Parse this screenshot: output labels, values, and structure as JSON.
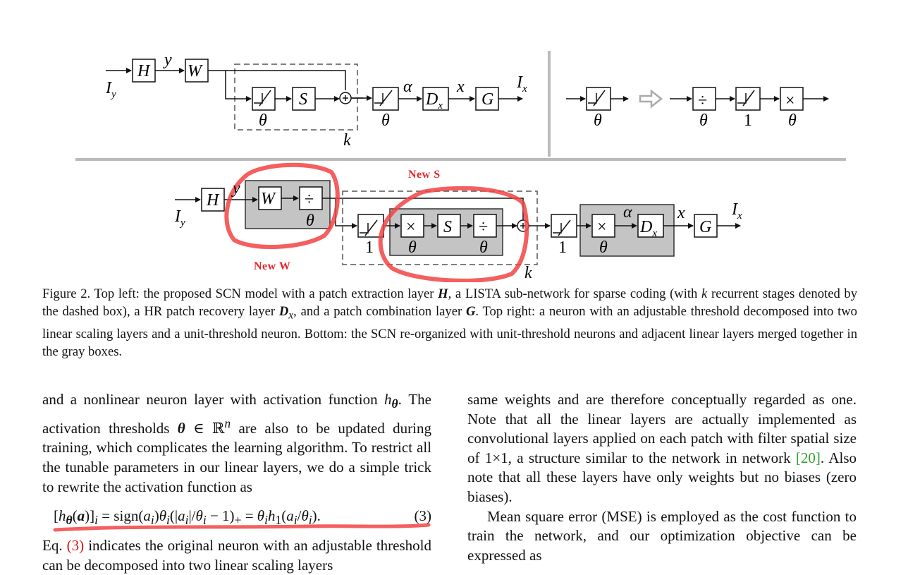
{
  "figure": {
    "top_left": {
      "input_label": "I_y",
      "y_label": "y",
      "blocks": [
        "H",
        "W",
        "S",
        "G"
      ],
      "threshold_labels": [
        "θ",
        "θ"
      ],
      "alpha_label": "α",
      "x_label": "x",
      "dx_label": "D_x",
      "output_label": "I_x",
      "k_label": "k"
    },
    "top_right": {
      "labels": [
        "θ",
        "θ",
        "1",
        "θ"
      ],
      "ops": [
        "÷",
        "×"
      ]
    },
    "bottom": {
      "annot_new_s": "New S",
      "annot_new_w": "New W",
      "y_label": "y",
      "input_label": "I_y",
      "output_label": "I_x",
      "labels": [
        "θ",
        "1",
        "θ",
        "θ",
        "1",
        "θ"
      ],
      "k_label": "k",
      "alpha_label": "α",
      "x_label": "x"
    }
  },
  "caption": {
    "prefix": "Figure 2. Top left: the proposed SCN model with a patch extraction layer",
    "t1": ", a LISTA sub-network for sparse coding (with",
    "t2": "recurrent stages denoted by the dashed box), a HR patch recovery layer",
    "t3": ", and a patch combination layer",
    "t4": ". Top right: a neuron with an adjustable threshold decomposed into two linear scaling layers and a unit-threshold neuron. Bottom: the SCN re-organized with unit-threshold neurons and adjacent linear layers merged together in the gray boxes."
  },
  "left_column": {
    "p1_a": "and a nonlinear neuron layer with activation function",
    "p1_b": ". The activation thresholds",
    "p1_c": "are also to be updated during training, which complicates the learning algorithm. To restrict all the tunable parameters in our linear layers, we do a simple trick to rewrite the activation function as",
    "eq_number": "(3)",
    "p2_a": "Eq.",
    "p2_ref": "(3)",
    "p2_b": "indicates the original neuron with an adjustable threshold can be decomposed into two linear scaling layers"
  },
  "right_column": {
    "p1_a": "same weights and are therefore conceptually regarded as one. Note that all the linear layers are actually implemented as convolutional layers applied on each patch with filter spatial size of 1×1, a structure similar to the network in network",
    "p1_ref": "[20]",
    "p1_b": ". Also note that all these layers have only weights but no biases (zero biases).",
    "p2": "Mean square error (MSE) is employed as the cost function to train the network, and our optimization objective can be expressed as"
  }
}
